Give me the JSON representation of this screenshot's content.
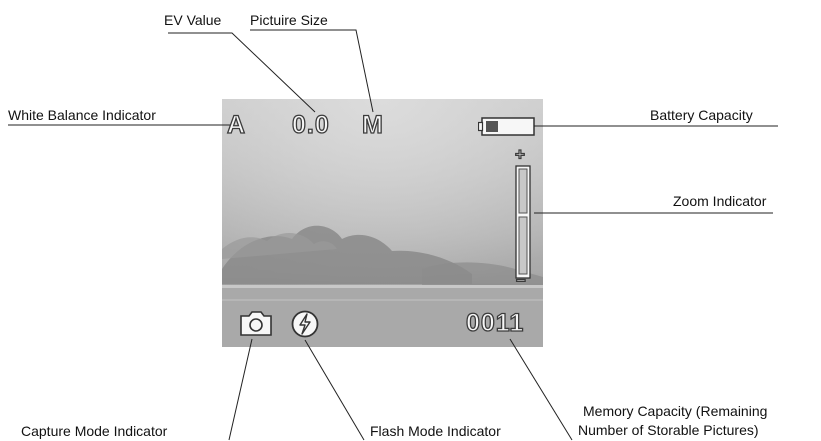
{
  "labels": {
    "ev_value": "EV Value",
    "picture_size": "Pictuire Size",
    "white_balance": "White Balance Indicator",
    "battery": "Battery Capacity",
    "zoom": "Zoom Indicator",
    "capture_mode": "Capture Mode Indicator",
    "flash_mode": "Flash Mode Indicator",
    "memory_line1": "Memory Capacity (Remaining",
    "memory_line2": "Number of Storable Pictures)"
  },
  "osd": {
    "white_balance": "A",
    "ev_value": "0.0",
    "picture_size": "M",
    "remaining_count": "0011",
    "zoom_plus": "+",
    "zoom_minus": "−"
  },
  "icons": {
    "battery": "battery-icon",
    "zoom": "zoom-bar-icon",
    "capture": "camera-icon",
    "flash": "flash-auto-icon"
  }
}
